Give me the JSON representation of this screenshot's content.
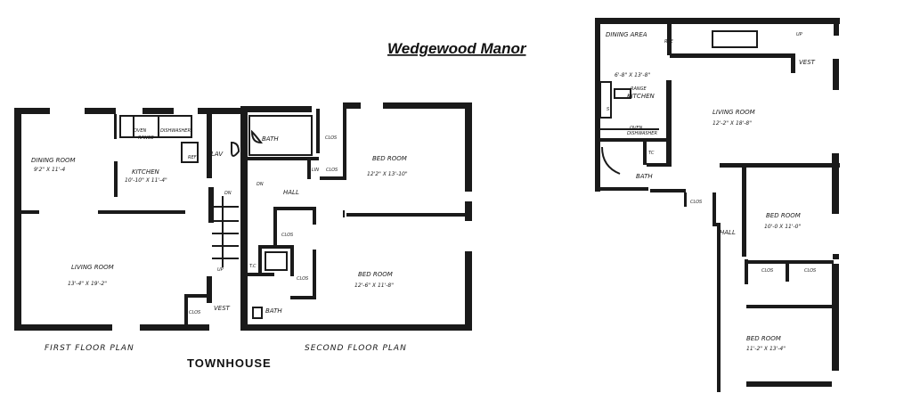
{
  "title": "Wedgewood Manor",
  "caption_townhouse": "TOWNHOUSE",
  "first_floor": {
    "caption": "FIRST FLOOR PLAN",
    "dining_room": {
      "name": "DINING ROOM",
      "dims": "9'2\" X 11'-4"
    },
    "kitchen": {
      "name": "KITCHEN",
      "dims": "10'-10\" X 11'-4\""
    },
    "oven": "OVEN",
    "range": "RANGE",
    "dishwasher": "DISHWASHER",
    "ref": "REF",
    "lav": "LAV",
    "dn": "DN",
    "up": "UP",
    "living_room": {
      "name": "LIVING ROOM",
      "dims": "13'-4\" X 19'-2\""
    },
    "clos": "CLOS",
    "vest": "VEST"
  },
  "second_floor": {
    "caption": "SECOND FLOOR PLAN",
    "bath_top": "BATH",
    "clos_top": "CLOS",
    "lin": "LIN",
    "clos_lin": "CLOS",
    "bedroom_top": {
      "name": "BED ROOM",
      "dims": "12'2\" X 13'-10\""
    },
    "hall": "HALL",
    "dn": "DN",
    "clos_mid": "CLOS",
    "tc": "T.C",
    "clos_low": "CLOS",
    "bedroom_bottom": {
      "name": "BED ROOM",
      "dims": "12'-6\" X 11'-8\""
    },
    "bath_bottom": "BATH"
  },
  "apartment": {
    "dining_area": "DINING AREA",
    "ree": "REE",
    "up": "UP",
    "vest": "VEST",
    "kitchen_dims": "6'-8\" X 13'-8\"",
    "range": "RANGE",
    "kitchen": "KITCHEN",
    "s": "S",
    "oven": "OVEN",
    "dishwasher": "DISHWASHER",
    "living_room": {
      "name": "LIVING ROOM",
      "dims": "12'-2\" X 18'-8\""
    },
    "tc": "TC",
    "bath": "BATH",
    "clos": "CLOS",
    "hall": "HALL",
    "bedroom_1": {
      "name": "BED ROOM",
      "dims": "10'-0 X 11'-0\""
    },
    "clos_a": "CLOS",
    "clos_b": "CLOS",
    "bedroom_2": {
      "name": "BED ROOM",
      "dims": "11'-2\" X 13'-4\""
    }
  }
}
